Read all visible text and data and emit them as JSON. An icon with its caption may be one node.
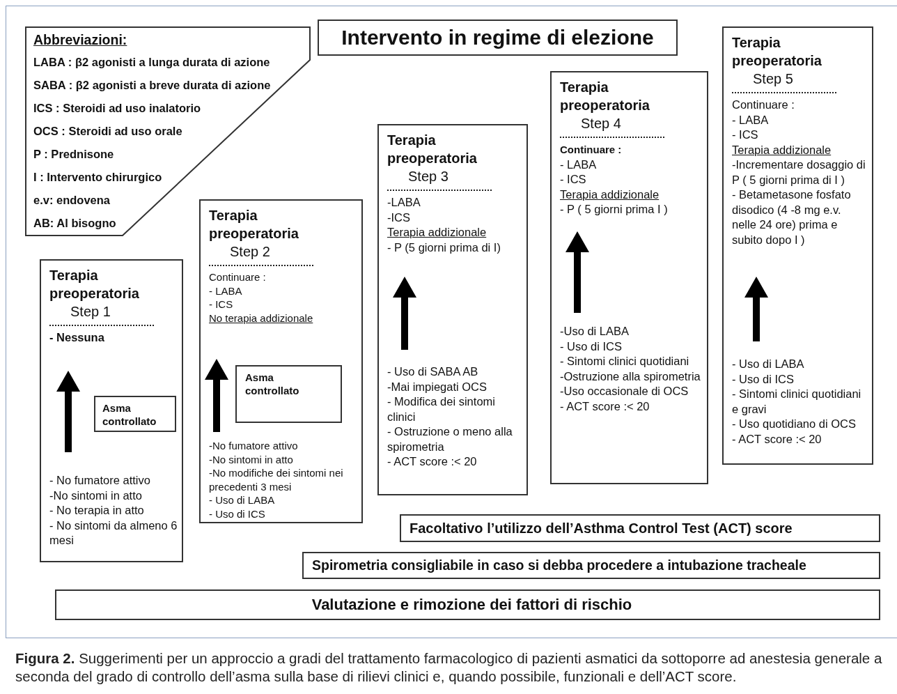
{
  "diagram": {
    "caption": "**Figura 2.** Suggerimenti per un approccio a gradi del trattamento farmacologico di pazienti asmatici da sottoporre ad anestesia generale a seconda del grado di controllo dell’asma sulla base di rilievi clinici e, quando possibile, funzionali e dell’ACT score.",
    "nodes": [
      {
        "text": [
          "Intervento in regime di elezione"
        ]
      },
      {
        "text": [
          "Abbreviazioni:",
          "LABA : β2 agonisti a lunga durata di azione",
          "SABA : β2 agonisti a breve durata di azione",
          "ICS : Steroidi ad uso inalatorio",
          "OCS : Steroidi ad uso orale",
          "P : Prednisone",
          "I : Intervento chirurgico",
          "e.v: endovena",
          "AB: Al bisogno"
        ]
      },
      {
        "text": [
          "Terapia preoperatoria",
          "Step 1",
          "- Nessuna",
          "- No fumatore attivo",
          "-No sintomi in atto",
          "- No terapia in atto",
          "- No sintomi da almeno 6 mesi"
        ]
      },
      {
        "text": [
          "Asma controllato"
        ],
        "in": 2
      },
      {
        "text": [
          "Terapia preoperatoria",
          "Step 2",
          "Continuare :",
          "- LABA",
          "- ICS",
          "No terapia addizionale",
          "-No fumatore attivo",
          "-No sintomi in atto",
          "-No modifiche dei sintomi nei precedenti 3 mesi",
          "- Uso di LABA",
          "- Uso di ICS"
        ]
      },
      {
        "text": [
          "Asma controllato"
        ],
        "in": 4
      },
      {
        "text": [
          "Terapia preoperatoria",
          "Step 3",
          "-LABA",
          "-ICS",
          "Terapia addizionale",
          "- P (5 giorni prima di I)",
          "- Uso di SABA AB",
          "-Mai impiegati OCS",
          "- Modifica dei sintomi clinici",
          "- Ostruzione o meno alla spirometria",
          "- ACT score :< 20"
        ]
      },
      {
        "text": [
          "Terapia preoperatoria",
          "Step 4",
          "Continuare :",
          "- LABA",
          "- ICS",
          "Terapia addizionale",
          "- P ( 5 giorni prima I )",
          "-Uso di LABA",
          "- Uso di ICS",
          "- Sintomi clinici quotidiani",
          "-Ostruzione alla spirometria",
          "-Uso occasionale di OCS",
          "- ACT score :< 20"
        ]
      },
      {
        "text": [
          "Terapia preoperatoria",
          "Step 5",
          "Continuare :",
          "- LABA",
          "- ICS",
          "Terapia addizionale",
          "-Incrementare dosaggio di P ( 5 giorni prima di I )",
          "- Betametasone fosfato disodico (4 -8 mg e.v. nelle 24 ore) prima e subito dopo I )",
          "- Uso di LABA",
          "- Uso di ICS",
          "- Sintomi clinici quotidiani e gravi",
          "- Uso quotidiano di OCS",
          "- ACT score :< 20"
        ]
      },
      {
        "text": [
          "Facoltativo l’utilizzo dell’Asthma Control Test (ACT) score"
        ]
      },
      {
        "text": [
          "Spirometria consigliabile in caso si debba procedere a intubazione tracheale"
        ]
      },
      {
        "text": [
          "Valutazione e rimozione dei fattori di rischio"
        ]
      }
    ]
  }
}
